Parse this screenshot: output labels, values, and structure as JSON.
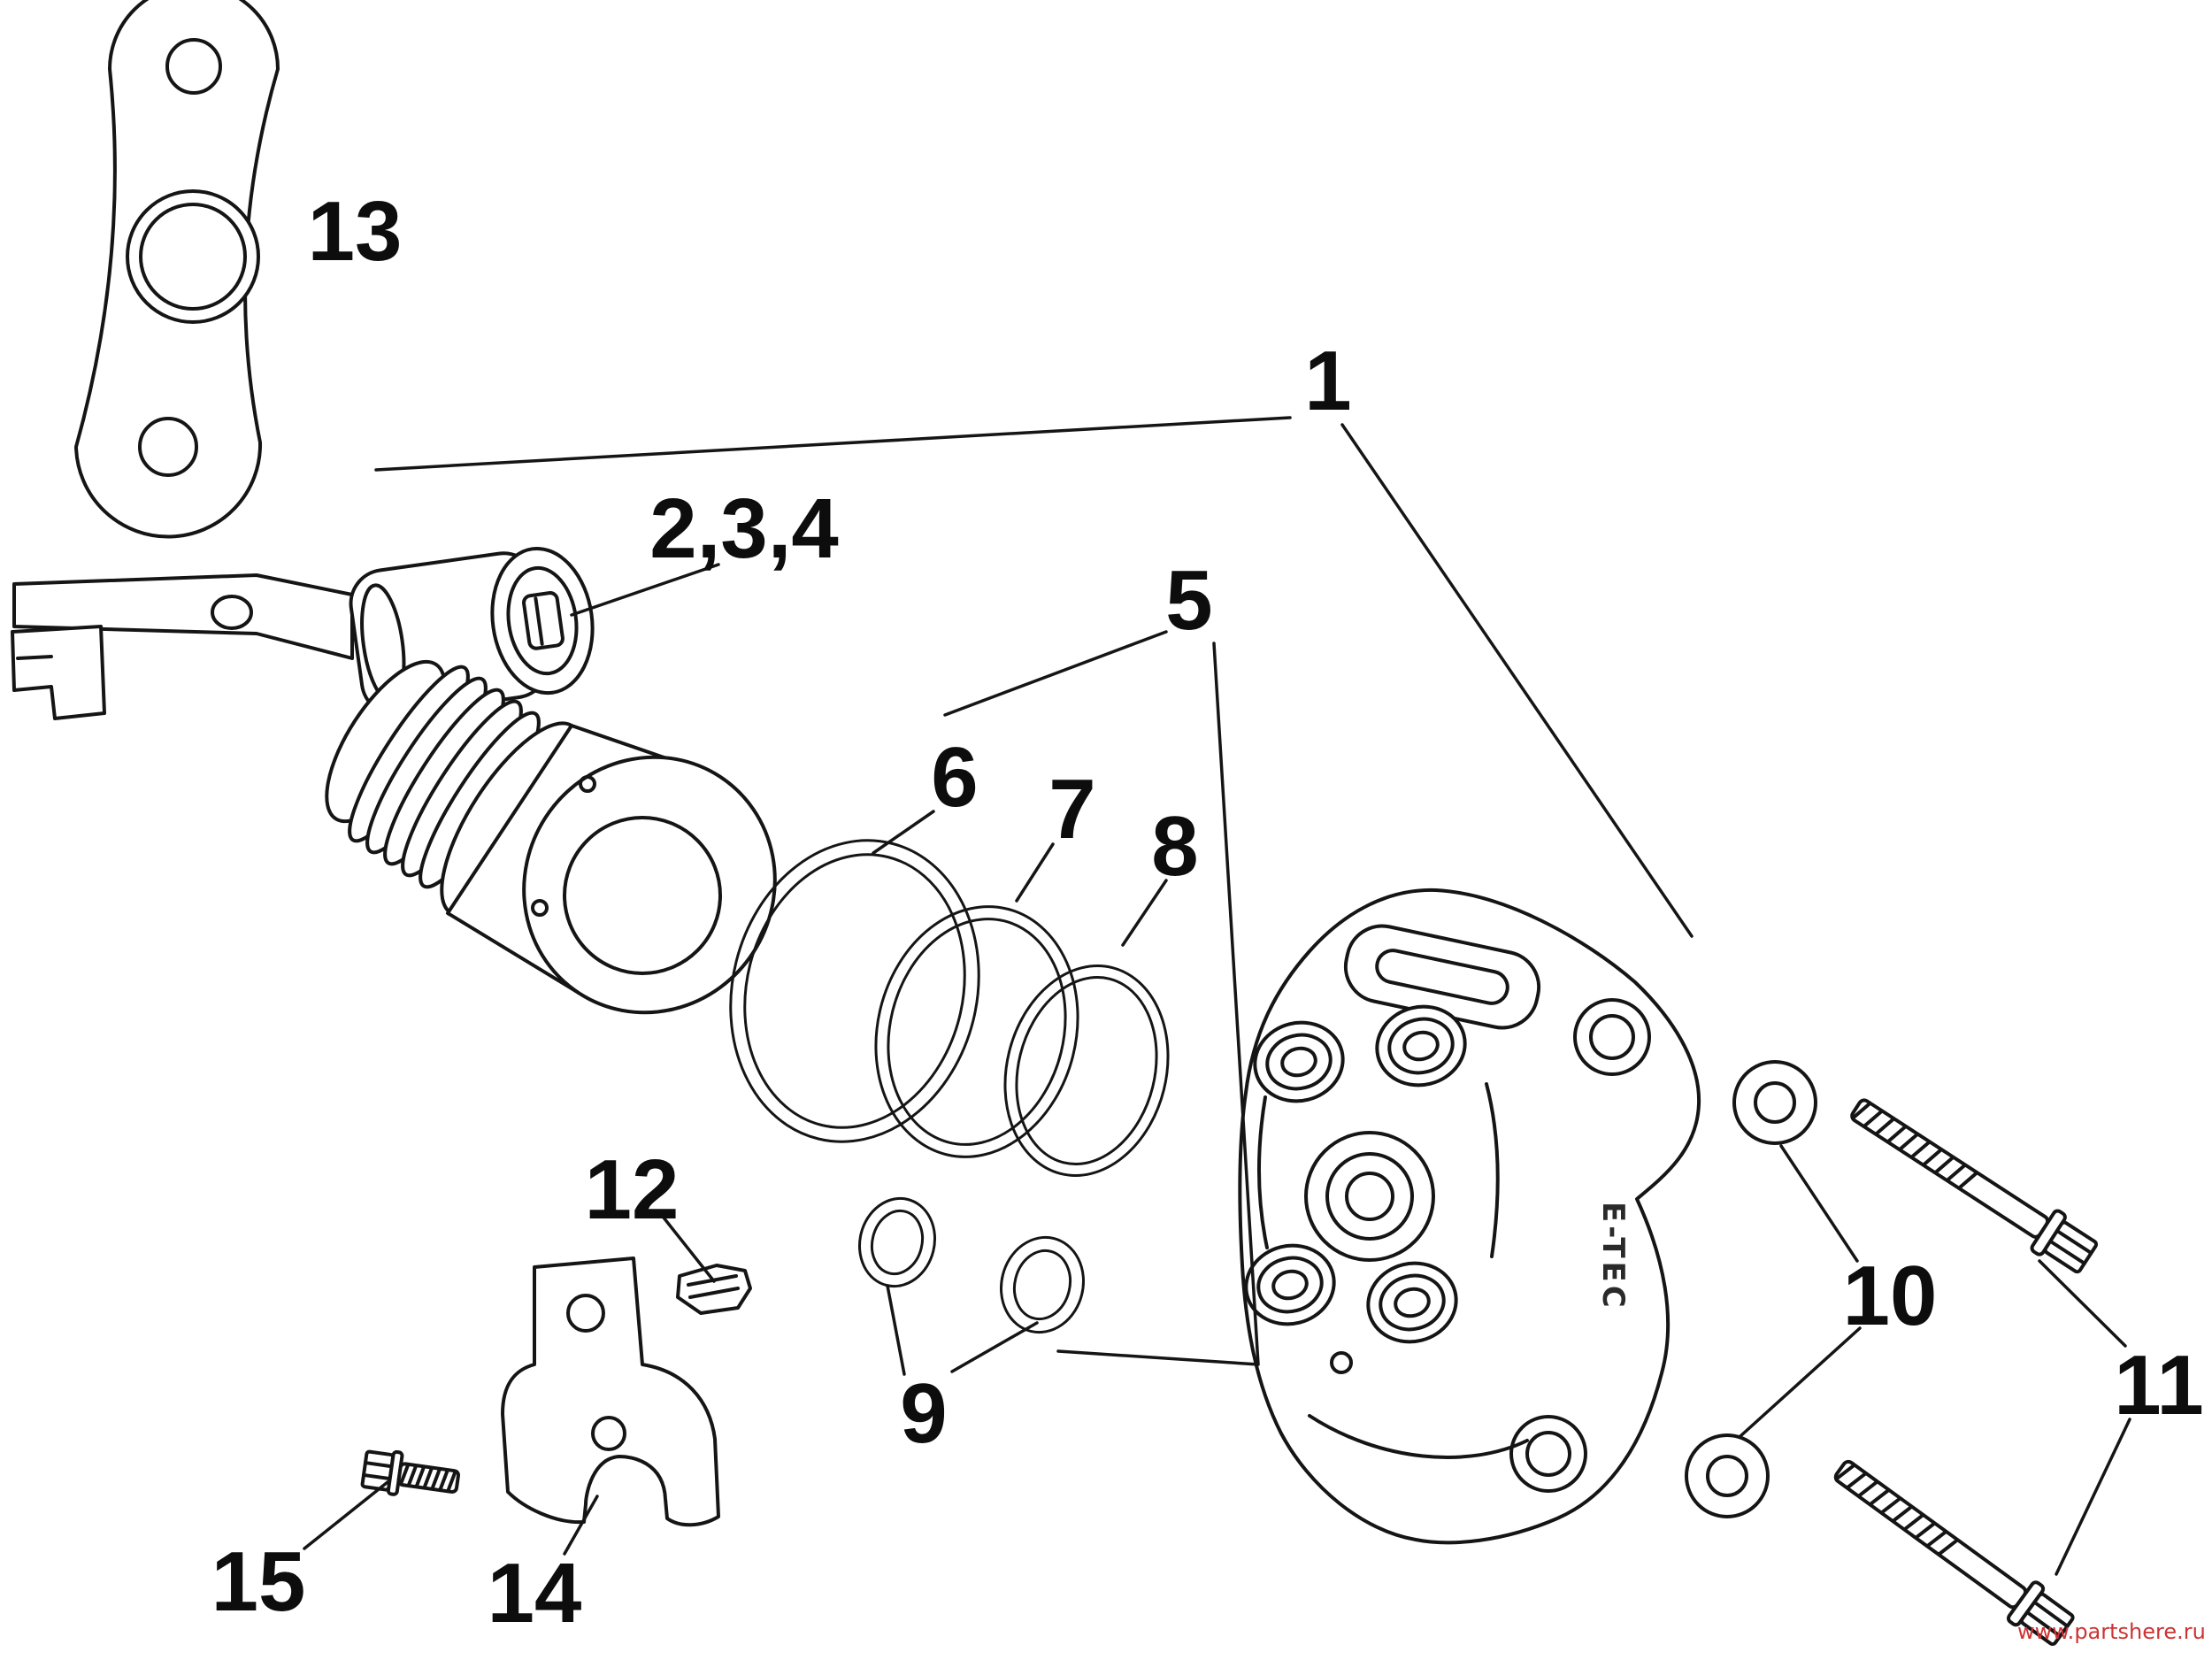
{
  "diagram": {
    "type": "exploded-parts-diagram",
    "background": "#ffffff",
    "line_color": "#151515",
    "callouts": {
      "c1": {
        "text": "1"
      },
      "c234": {
        "text": "2,3,4"
      },
      "c5": {
        "text": "5"
      },
      "c6": {
        "text": "6"
      },
      "c7": {
        "text": "7"
      },
      "c8": {
        "text": "8"
      },
      "c9": {
        "text": "9"
      },
      "c10": {
        "text": "10"
      },
      "c11": {
        "text": "11"
      },
      "c12": {
        "text": "12"
      },
      "c13": {
        "text": "13"
      },
      "c14": {
        "text": "14"
      },
      "c15": {
        "text": "15"
      }
    },
    "part_texts": {
      "casting_brand": "E-TEC"
    },
    "watermark": {
      "text": "www.partshere.ru",
      "color": "#cc3333"
    }
  }
}
